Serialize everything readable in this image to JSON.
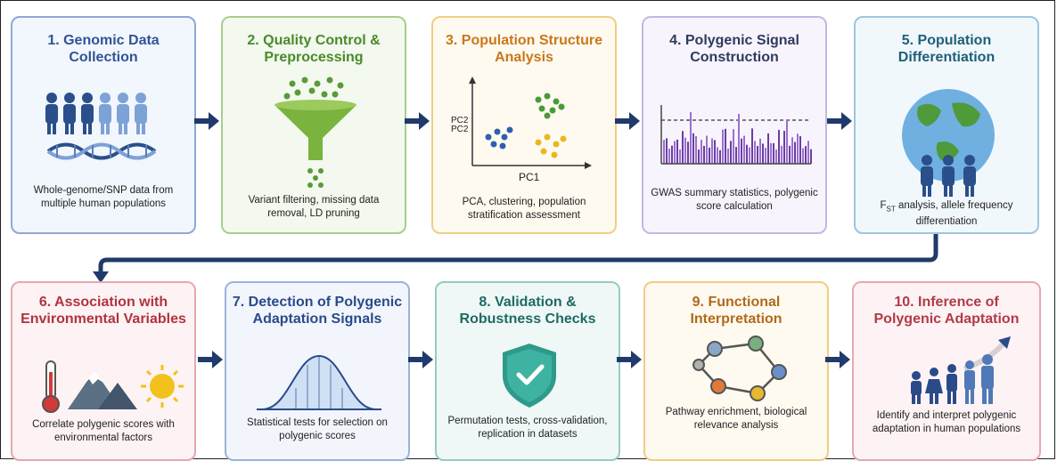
{
  "colors": {
    "arrow": "#1f3a6b",
    "blue": "#2f5597",
    "green": "#4a8a2a",
    "orange": "#c9781b",
    "purple": "#2e3b5e",
    "teal": "#1f5f7a",
    "red": "#b0333f",
    "navy": "#2a4a8a",
    "teal2": "#1f6a63",
    "brown": "#b06a1b",
    "crimson": "#b23a48"
  },
  "steps": [
    {
      "title": "1. Genomic Data Collection",
      "desc": "Whole-genome/SNP data from multiple human populations",
      "icon": "people-dna-icon"
    },
    {
      "title": "2. Quality Control & Preprocessing",
      "desc": "Variant filtering, missing data removal, LD pruning",
      "icon": "funnel-icon"
    },
    {
      "title": "3. Population Structure Analysis",
      "desc": "PCA, clustering, population stratification assessment",
      "icon": "pca-plot-icon",
      "ylabel1": "PC2",
      "ylabel2": "PC2",
      "xlabel": "PC1"
    },
    {
      "title": "4. Polygenic Signal Construction",
      "desc": "GWAS summary statistics, polygenic score calculation",
      "icon": "manhattan-plot-icon"
    },
    {
      "title": "5. Population Differentiation",
      "desc_prefix": "F",
      "desc_sub": "ST",
      "desc": " analysis, allele frequency differentiation",
      "icon": "globe-people-icon"
    },
    {
      "title": "6. Association with Environmental Variables",
      "desc": "Correlate polygenic scores with environmental factors",
      "icon": "environment-icon"
    },
    {
      "title": "7. Detection of Polygenic Adaptation Signals",
      "desc": "Statistical tests for selection on polygenic scores",
      "icon": "bell-curve-icon"
    },
    {
      "title": "8. Validation & Robustness Checks",
      "desc": "Permutation tests, cross-validation, replication in datasets",
      "icon": "shield-check-icon"
    },
    {
      "title": "9. Functional Interpretation",
      "desc": "Pathway enrichment, biological relevance analysis",
      "icon": "network-icon"
    },
    {
      "title": "10. Inference of Polygenic Adaptation",
      "desc": "Identify and interpret polygenic adaptation in human populations",
      "icon": "people-trend-icon"
    }
  ]
}
